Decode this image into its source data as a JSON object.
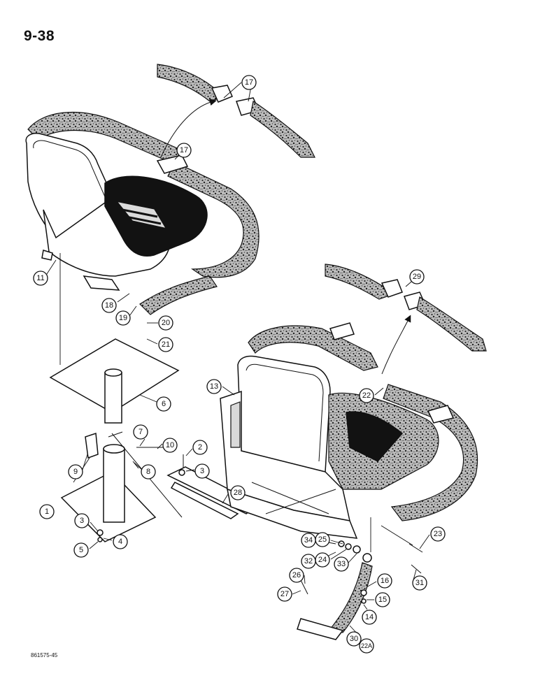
{
  "page_number": "9-38",
  "reference_code": "861575-45",
  "callouts": [
    "17",
    "17",
    "11",
    "18",
    "19",
    "20",
    "21",
    "6",
    "7",
    "10",
    "2",
    "3",
    "9",
    "8",
    "1",
    "28",
    "3",
    "4",
    "5",
    "13",
    "22",
    "29",
    "23",
    "31",
    "34",
    "25",
    "32",
    "24",
    "33",
    "16",
    "15",
    "14",
    "26",
    "27",
    "30",
    "22A"
  ],
  "colors": {
    "ink": "#111111",
    "belt_fill": "#8a8a8a",
    "cushion": "#121212"
  }
}
